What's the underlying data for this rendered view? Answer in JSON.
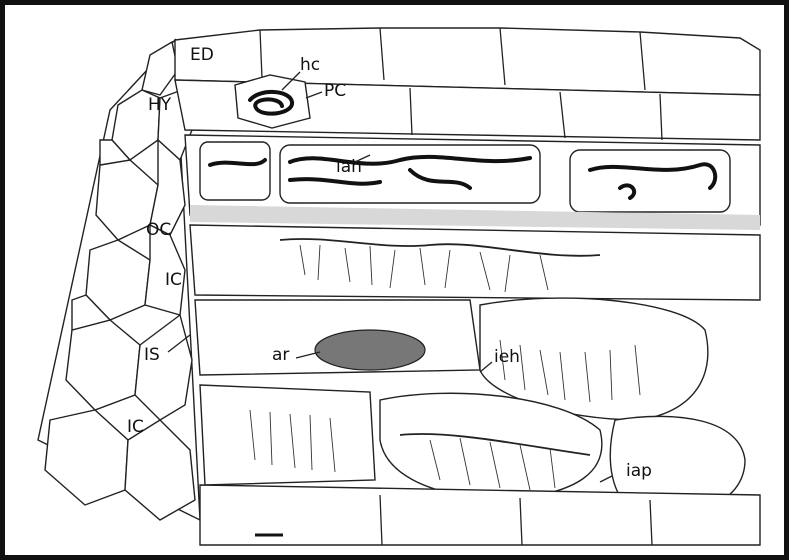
{
  "figure": {
    "labels": {
      "ED": "ED",
      "HY": "HY",
      "OC": "OC",
      "IC_upper": "IC",
      "IS": "IS",
      "IC_lower": "IC",
      "hc": "hc",
      "PC": "PC",
      "iah": "iah",
      "ar": "ar",
      "ieh": "ieh",
      "iap": "iap"
    }
  }
}
